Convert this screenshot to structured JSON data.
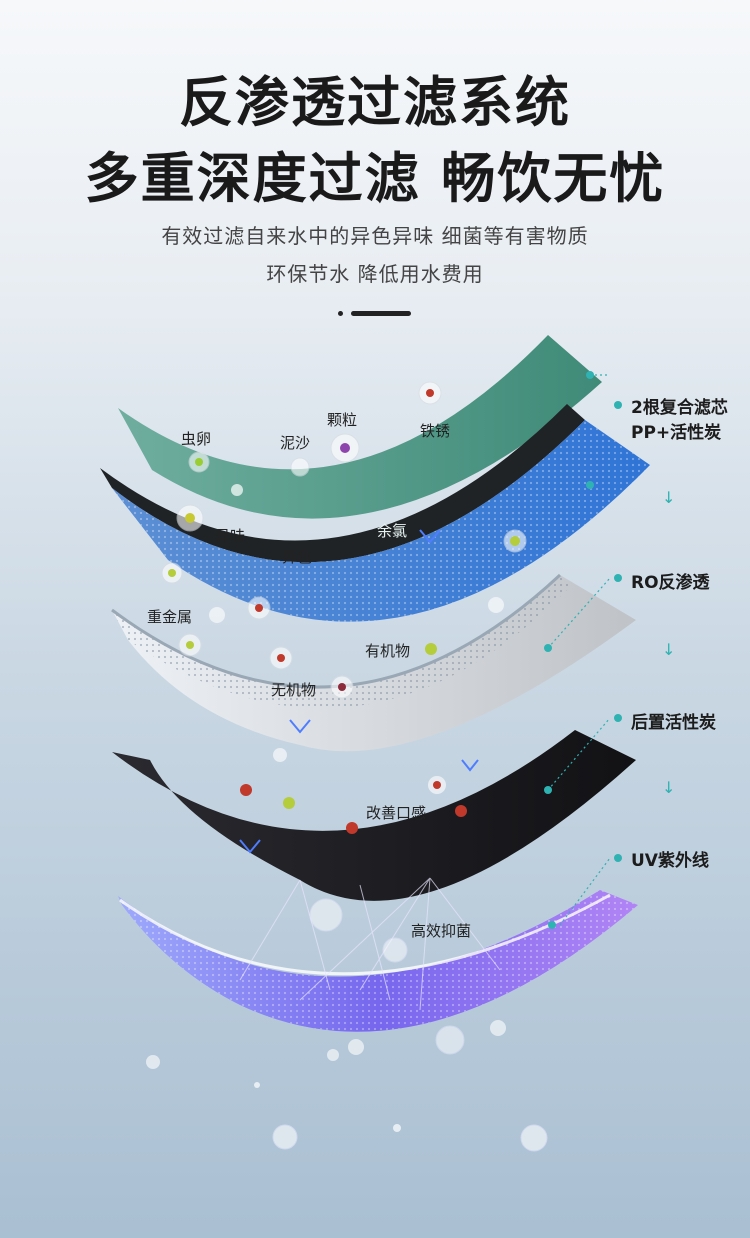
{
  "header": {
    "title_line1": "反渗透过滤系统",
    "title_line2": "多重深度过滤 畅饮无忧",
    "subtitle_line1": "有效过滤自来水中的异色异味 细菌等有害物质",
    "subtitle_line2": "环保节水 降低用水费用"
  },
  "layers": [
    {
      "label_line1": "2根复合滤芯",
      "label_line2": "PP+活性炭",
      "color": "#4f9b8a"
    },
    {
      "label_line1": "RO反渗透",
      "color": "#d4d7da"
    },
    {
      "label_line1": "后置活性炭",
      "color": "#1e1e24"
    },
    {
      "label_line1": "UV紫外线",
      "color": "#7b6cf0"
    }
  ],
  "contaminants": {
    "egg": "虫卵",
    "sediment": "泥沙",
    "particle": "颗粒",
    "rust": "铁锈",
    "odor": "异味",
    "color": "异色",
    "chlorine": "余氯",
    "heavy_metal": "重金属",
    "organic": "有机物",
    "inorganic": "无机物",
    "taste": "改善口感",
    "antibacterial": "高效抑菌"
  },
  "colors": {
    "accent": "#2fb2b2",
    "title": "#1a1a1a"
  },
  "icons": {
    "flow_arrow": "down-arrow-icon"
  }
}
